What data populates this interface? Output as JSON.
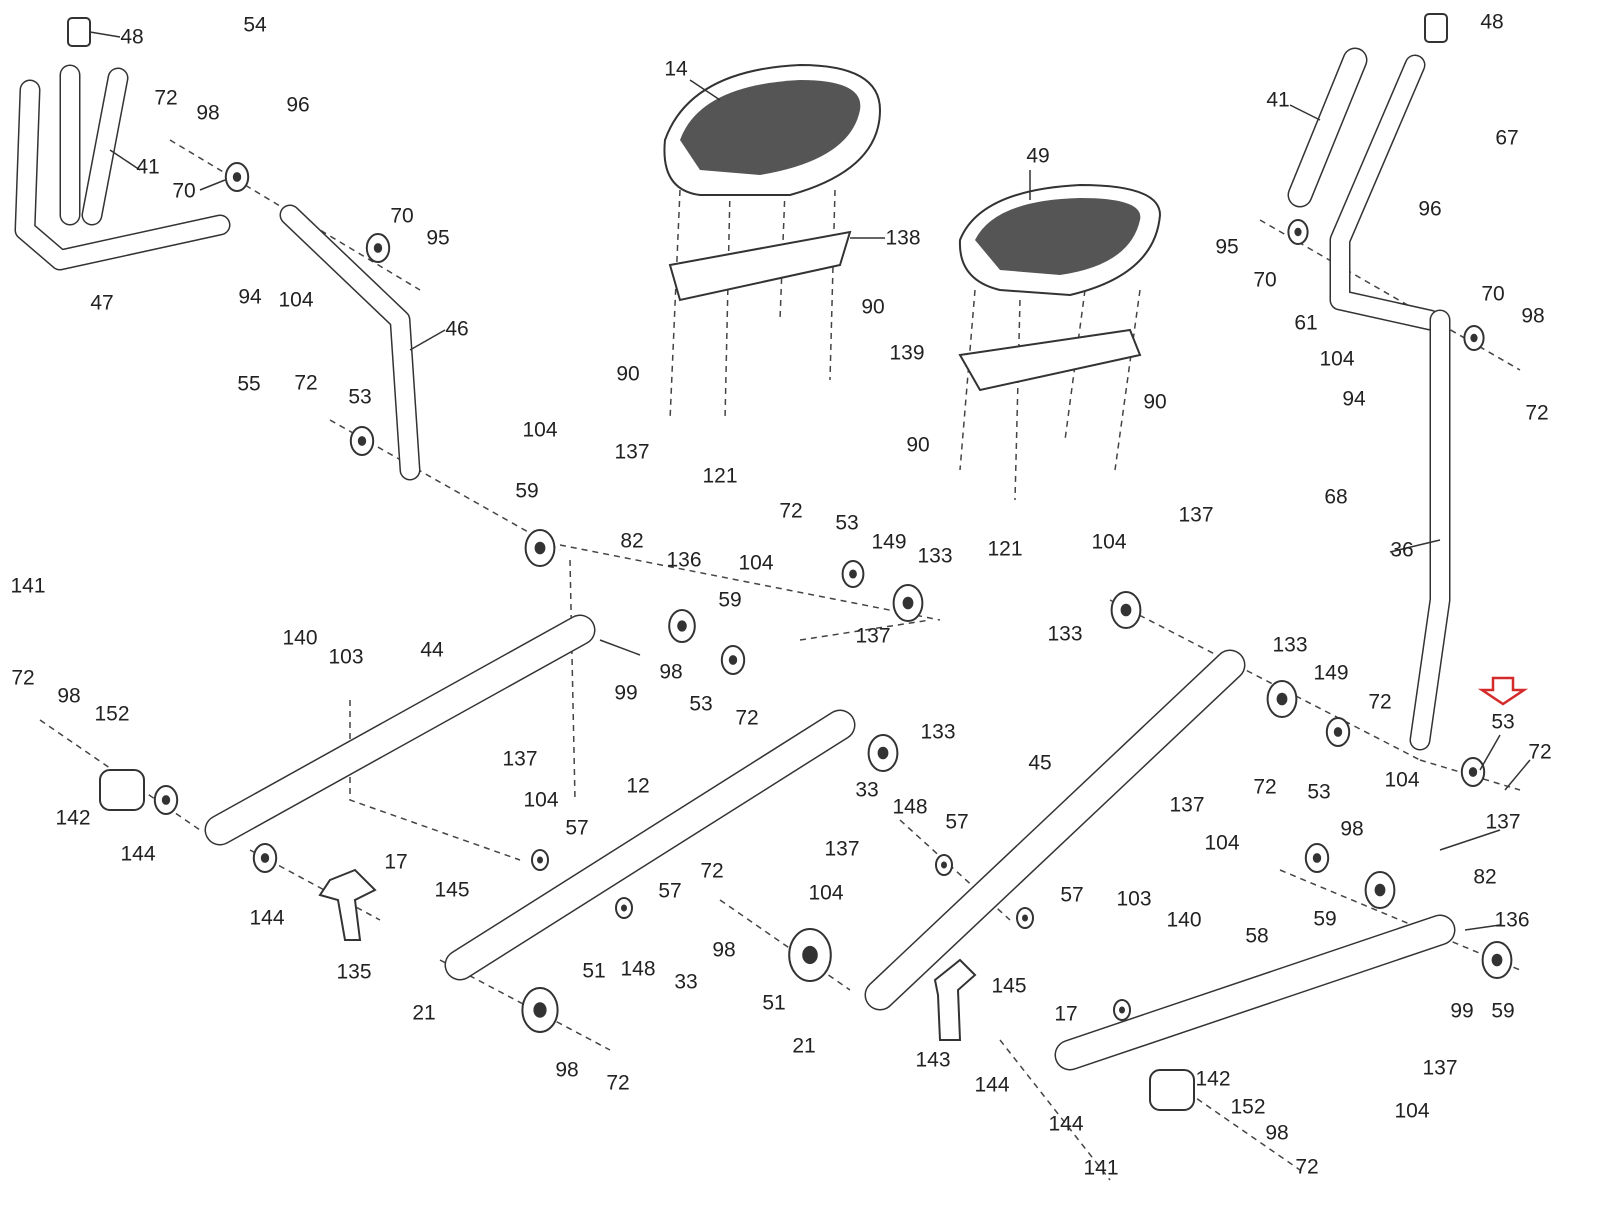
{
  "diagram": {
    "type": "exploded parts diagram",
    "highlight_color": "#d42a2a",
    "highlighted_part": "53",
    "part_labels": [
      "48",
      "54",
      "72",
      "98",
      "96",
      "41",
      "70",
      "47",
      "70",
      "95",
      "94",
      "104",
      "46",
      "55",
      "72",
      "53",
      "14",
      "138",
      "90",
      "90",
      "121",
      "49",
      "139",
      "90",
      "90",
      "121",
      "48",
      "41",
      "67",
      "96",
      "95",
      "70",
      "70",
      "98",
      "61",
      "104",
      "94",
      "72",
      "68",
      "36",
      "104",
      "137",
      "59",
      "82",
      "136",
      "59",
      "98",
      "53",
      "72",
      "99",
      "137",
      "104",
      "141",
      "72",
      "98",
      "152",
      "140",
      "103",
      "44",
      "142",
      "144",
      "17",
      "145",
      "144",
      "135",
      "72",
      "53",
      "149",
      "133",
      "104",
      "137",
      "133",
      "12",
      "57",
      "57",
      "148",
      "33",
      "21",
      "51",
      "98",
      "72",
      "33",
      "148",
      "57",
      "137",
      "104",
      "72",
      "98",
      "51",
      "21",
      "104",
      "137",
      "133",
      "133",
      "149",
      "72",
      "45",
      "137",
      "104",
      "72",
      "53",
      "98",
      "59",
      "57",
      "103",
      "140",
      "145",
      "17",
      "58",
      "143",
      "144",
      "144",
      "142",
      "152",
      "98",
      "72",
      "141",
      "53",
      "72",
      "104",
      "137",
      "82",
      "136",
      "99",
      "59",
      "137",
      "104"
    ]
  }
}
